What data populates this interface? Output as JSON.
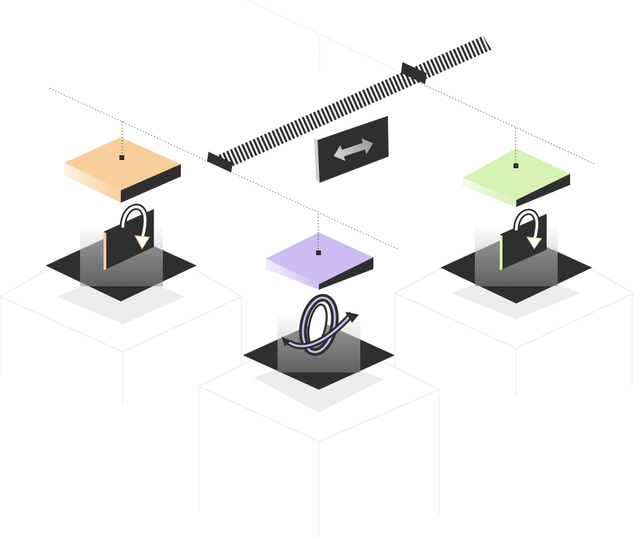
{
  "colors": {
    "dark": "#2f2f2f",
    "pedestal_shadow": "#ececec",
    "orange": "#f8ce9b",
    "purple": "#cdbdf3",
    "green": "#d6f2b5"
  },
  "tiles": [
    {
      "id": "orange",
      "color": "#f8ce9b",
      "icon": "rotate-y-icon"
    },
    {
      "id": "purple",
      "color": "#cdbdf3",
      "icon": "rotate-3d-icon"
    },
    {
      "id": "green",
      "color": "#d6f2b5",
      "icon": "rotate-y-icon"
    }
  ],
  "connector": {
    "icon": "double-arrow-icon"
  }
}
